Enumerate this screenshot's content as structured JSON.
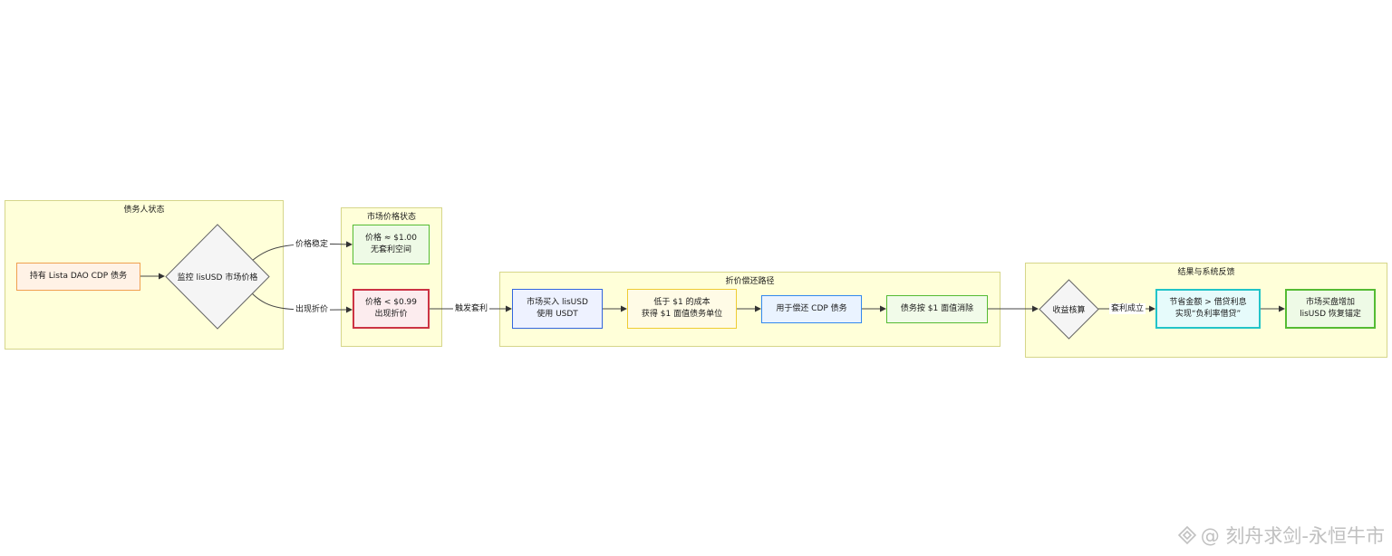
{
  "groups": {
    "debtor": "债务人状态",
    "market": "市场价格状态",
    "path": "折价偿还路径",
    "result": "结果与系统反馈"
  },
  "nodes": {
    "hold": "持有 Lista DAO CDP 债务",
    "monitor": "监控 lisUSD 市场价格",
    "stable": {
      "line1": "价格 ≈ $1.00",
      "line2": "无套利空间"
    },
    "discount": {
      "line1": "价格 < $0.99",
      "line2": "出现折价"
    },
    "buy": {
      "line1": "市场买入 lisUSD",
      "line2": "使用 USDT"
    },
    "cost": {
      "line1": "低于 $1 的成本",
      "line2": "获得 $1 面值债务单位"
    },
    "repay": "用于偿还 CDP 债务",
    "clear": "债务按 $1 面值消除",
    "check": "收益核算",
    "save": {
      "line1": "节省金额 > 借贷利息",
      "line2": "实现“负利率借贷”"
    },
    "demand": {
      "line1": "市场买盘增加",
      "line2": "lisUSD 恢复锚定"
    }
  },
  "edges": {
    "stable": "价格稳定",
    "discount": "出现折价",
    "trigger": "触发套利",
    "success": "套利成立"
  },
  "watermark": "@ 刻舟求剑-永恒牛市",
  "colors": {
    "group_fill": "#ffffd9",
    "orange": "#f0a050",
    "green": "#55bb33",
    "red": "#cc3344",
    "blue": "#3366dd",
    "yellow": "#eecc33",
    "azure": "#3388ee",
    "cyan": "#22c4c8",
    "gray": "#666666"
  }
}
